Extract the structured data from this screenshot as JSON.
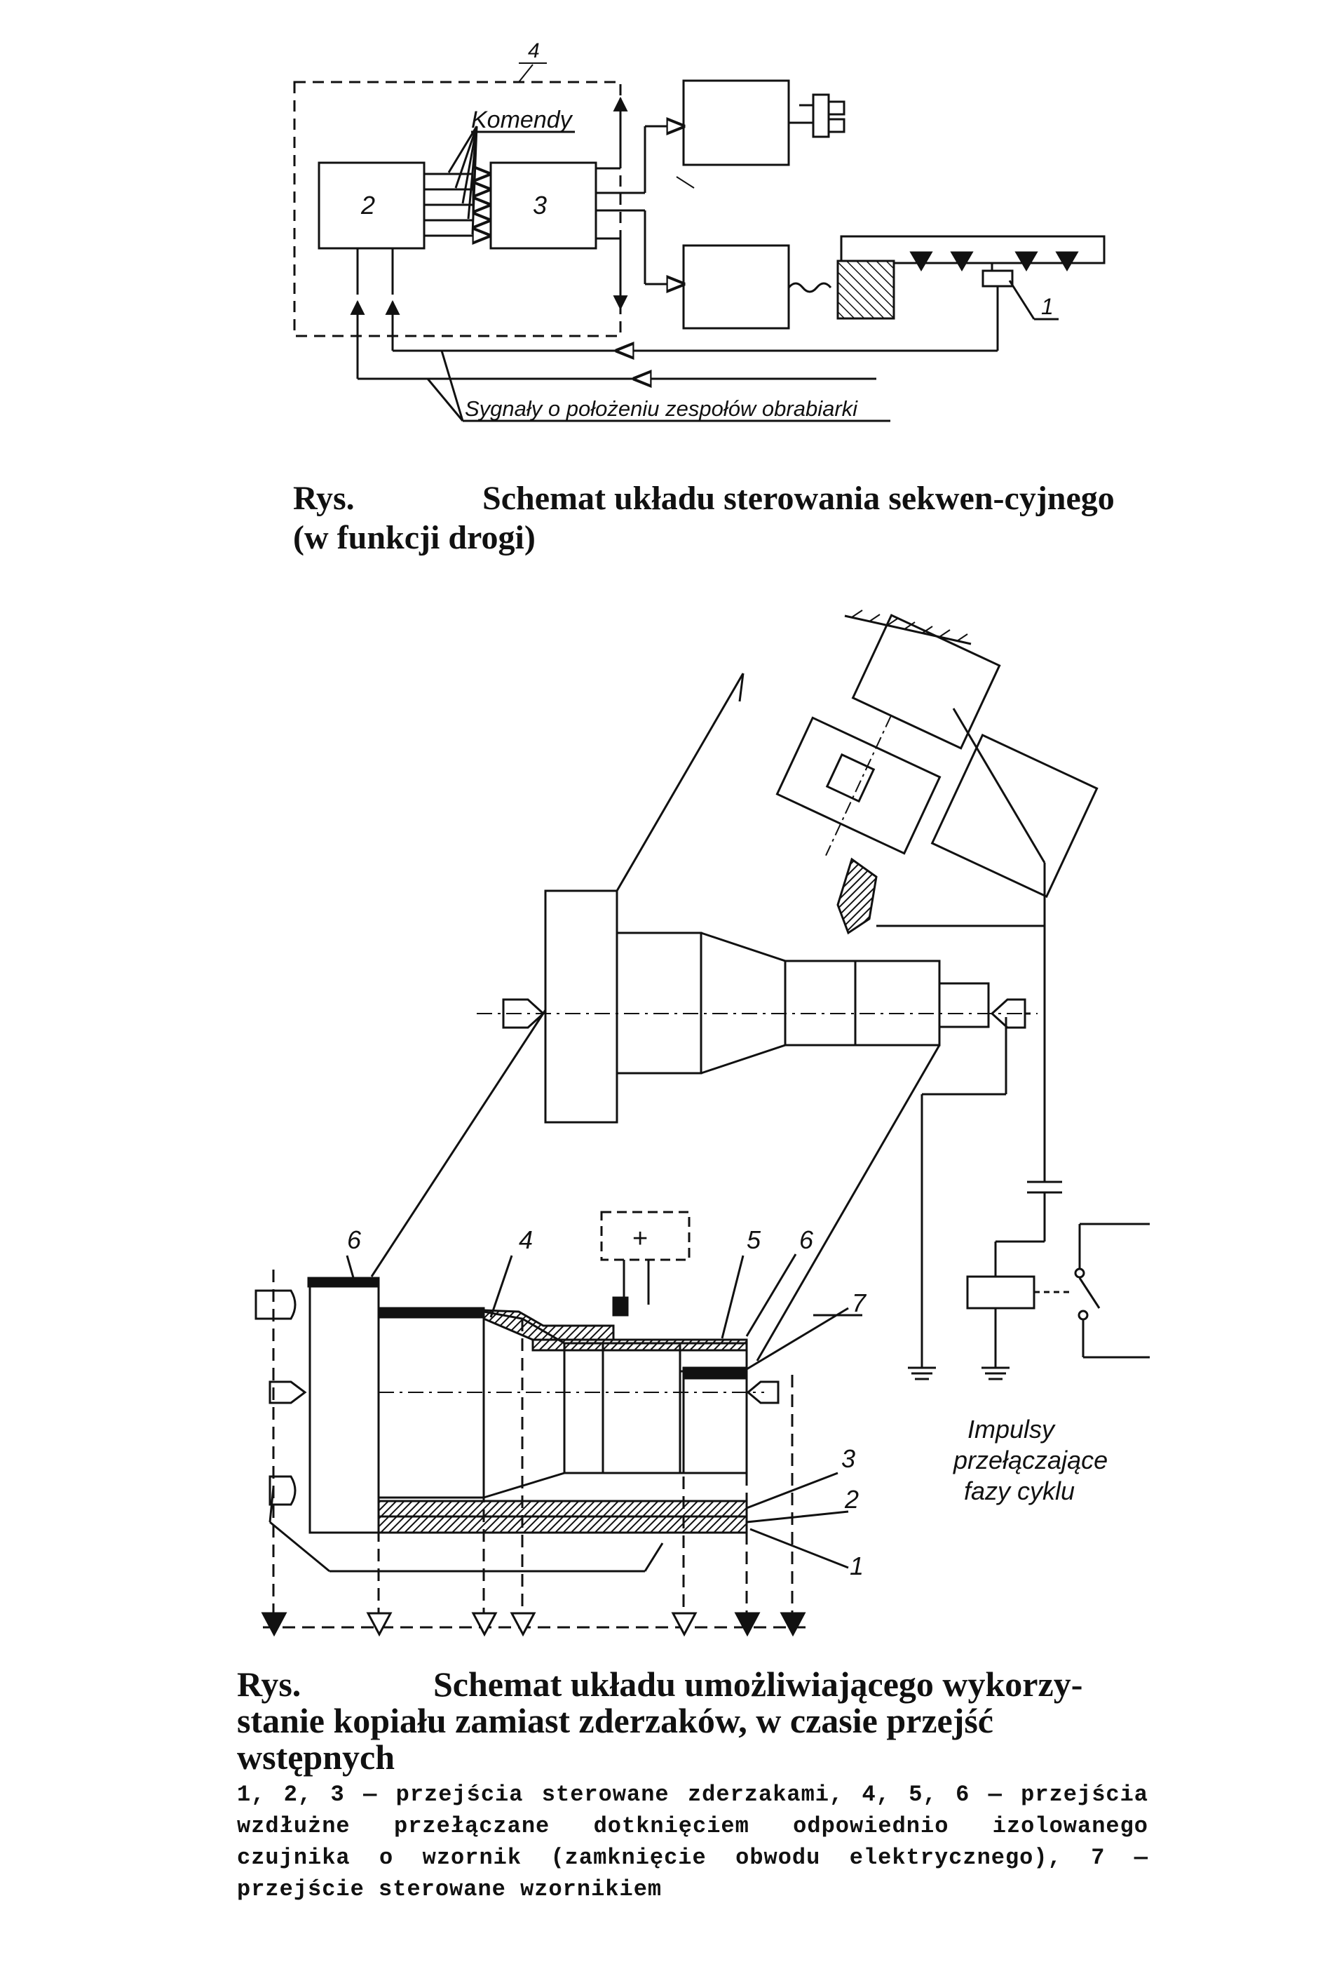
{
  "figure1": {
    "label_4": "4",
    "label_komendy": "Komendy",
    "label_2": "2",
    "label_3": "3",
    "label_1": "1",
    "label_sygnaly": "Sygnały o położeniu zespołów obrabiarki"
  },
  "caption1": {
    "rys": "Rys.",
    "text": "Schemat układu sterowania sekwen-cyjnego (w funkcji drogi)"
  },
  "figure2": {
    "label_6a": "6",
    "label_4": "4",
    "label_plus": "+",
    "label_5": "5",
    "label_6b": "6",
    "label_7": "7",
    "label_3": "3",
    "label_2": "2",
    "label_1": "1",
    "impulsy_line1": "Impulsy",
    "impulsy_line2": "przełączające",
    "impulsy_line3": "fazy cyklu"
  },
  "caption2": {
    "rys": "Rys.",
    "text": "Schemat układu umożliwiającego wykorzy-stanie kopiału zamiast zderzaków, w czasie przejść wstępnych"
  },
  "legend": {
    "text": "1, 2, 3 — przejścia sterowane zderzakami, 4, 5, 6 — przejścia wzdłużne przełączane dotknięciem odpowiednio izolowanego czujnika o wzornik (zamknięcie obwodu elektrycznego), 7 — przejście sterowane wzornikiem"
  },
  "colors": {
    "ink": "#111111",
    "paper": "#ffffff"
  }
}
